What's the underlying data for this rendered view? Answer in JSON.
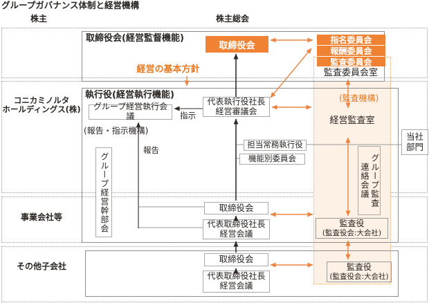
{
  "title": "グループガバナンス体制と経営機構",
  "header": {
    "shareholders": "株主",
    "general_meeting": "株主総会"
  },
  "row_labels": {
    "holdings_line1": "コニカミノルタ",
    "holdings_line2": "ホールディングス(株)",
    "operating_companies": "事業会社等",
    "other_subsidiaries": "その他子会社"
  },
  "supervision": {
    "container_label": "取締役会(経営監督機能)",
    "board": "取締役会",
    "committees": [
      "指名委員会",
      "報酬委員会",
      "監査委員会"
    ],
    "audit_committee_office": "監査委員会室"
  },
  "execution": {
    "container_label": "執行役(経営執行機能)",
    "group_exec_council": "グループ経営執行会議",
    "report_instruct_note": "(報告・指示機構)",
    "instruction_label": "指示",
    "report_label": "報告",
    "policy_label": "経営の基本方針",
    "ceo_council_line1": "代表執行役社長",
    "ceo_council_line2": "経営審議会",
    "senior_exec_officers": "担当常務執行役",
    "functional_committees": "機能別委員会",
    "group_exec_leaders": "グループ経営幹部会"
  },
  "audit": {
    "mechanism_label": "(監査機構)",
    "management_audit_office": "経営監査室",
    "liaison_col1": "グループ監査",
    "liaison_col2": "連絡会議",
    "auditors_line1": "監査役",
    "auditors_line2": "(監査役会:大会社)"
  },
  "company_division": {
    "line1": "当社",
    "line2": "部門"
  },
  "operating": {
    "board": "取締役会",
    "council_line1": "代表取締役社長",
    "council_line2": "経営会議"
  },
  "other_subsidiary": {
    "board": "取締役会",
    "council_line1": "代表取締役社長",
    "council_line2": "経営会議"
  },
  "colors": {
    "orange_box": "#ef8333",
    "orange_fill": "#fcf1e4",
    "orange_line": "#ec8440",
    "orange_text": "#e8781f",
    "gray_border": "#8c8c8c",
    "light_border": "#a9a9a9",
    "text": "#2a2522"
  }
}
